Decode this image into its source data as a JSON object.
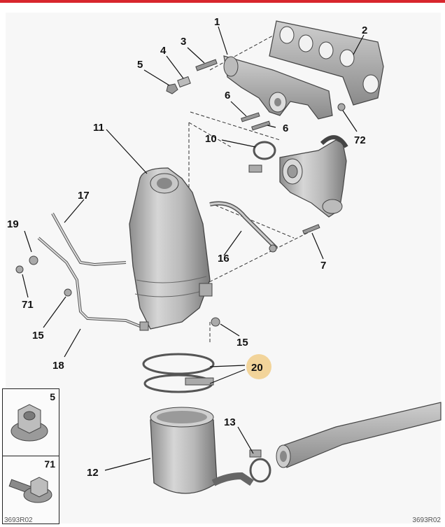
{
  "callouts": {
    "c1": "1",
    "c2": "2",
    "c3": "3",
    "c4": "4",
    "c5": "5",
    "c6a": "6",
    "c6b": "6",
    "c7": "7",
    "c10": "10",
    "c11": "11",
    "c12": "12",
    "c13": "13",
    "c15a": "15",
    "c15b": "15",
    "c16": "16",
    "c17": "17",
    "c18": "18",
    "c19": "19",
    "c20": "20",
    "c71": "71",
    "c72": "72"
  },
  "insets": {
    "nut_label": "5",
    "bolt_label": "71"
  },
  "footer": {
    "left_code": "3693R02",
    "right_code": "3693R02"
  },
  "colors": {
    "highlight": "#f2d49a",
    "rule": "#d8262d"
  }
}
